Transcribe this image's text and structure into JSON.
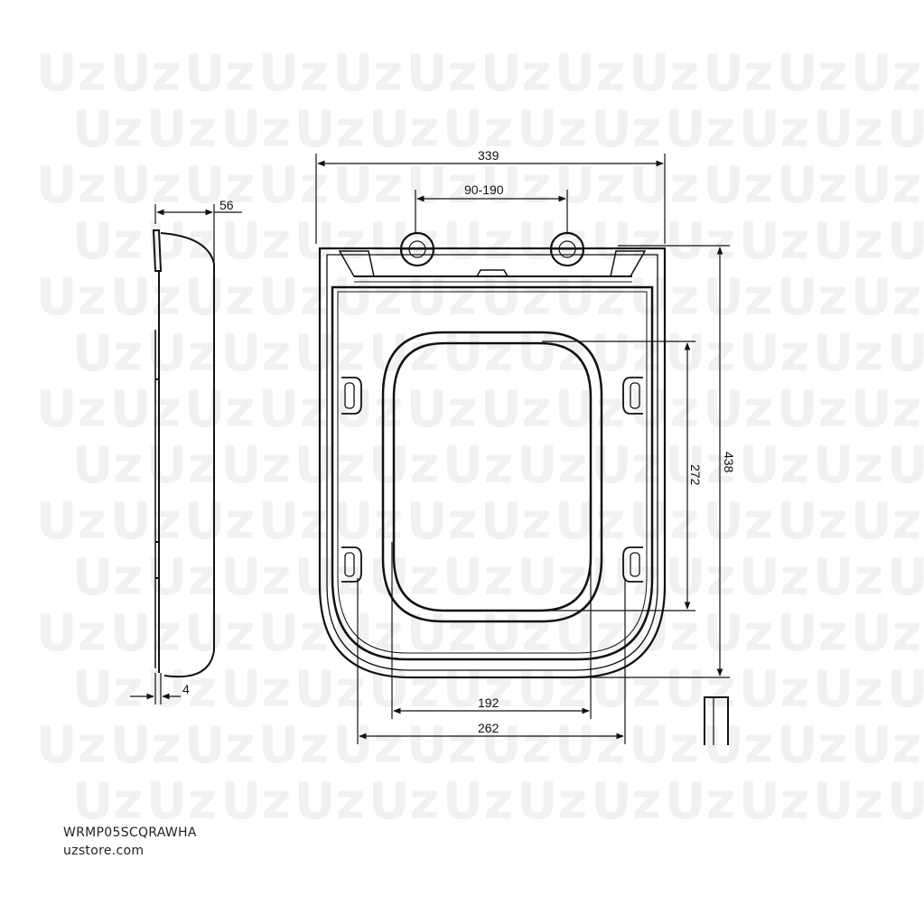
{
  "product": {
    "code": "WRMP05SCQRAWHA",
    "website": "uzstore.com",
    "watermark": "Uz"
  },
  "dimensions": {
    "total_width": "339",
    "hinge_spacing": "90-190",
    "total_length": "438",
    "opening_length": "272",
    "opening_width": "192",
    "inner_width": "262",
    "side_height": "56",
    "thickness": "4"
  },
  "colors": {
    "line": "#111111",
    "watermark": "#f1f1f1",
    "background": "#ffffff"
  }
}
